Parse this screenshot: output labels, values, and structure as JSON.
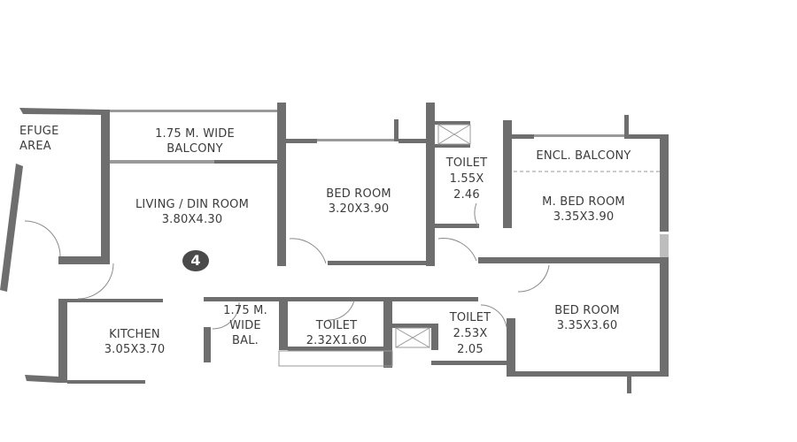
{
  "diagram": {
    "type": "floor-plan",
    "unit_number": "4",
    "wall_color": "#6e6e6e",
    "text_color": "#3c3c3c",
    "rooms": [
      {
        "id": "refuge",
        "lines": [
          "EFUGE",
          "AREA"
        ]
      },
      {
        "id": "balcony-top",
        "lines": [
          "1.75 M. WIDE",
          "BALCONY"
        ]
      },
      {
        "id": "living",
        "lines": [
          "LIVING / DIN ROOM",
          "3.80X4.30"
        ]
      },
      {
        "id": "bedroom-1",
        "lines": [
          "BED ROOM",
          "3.20X3.90"
        ]
      },
      {
        "id": "toilet-1",
        "lines": [
          "TOILET",
          "1.55X",
          "2.46"
        ]
      },
      {
        "id": "encl-balcony",
        "lines": [
          "ENCL. BALCONY"
        ]
      },
      {
        "id": "master-bedroom",
        "lines": [
          "M. BED  ROOM",
          "3.35X3.90"
        ]
      },
      {
        "id": "kitchen",
        "lines": [
          "KITCHEN",
          "3.05X3.70"
        ]
      },
      {
        "id": "balcony-small",
        "lines": [
          "1.75 M.",
          "WIDE",
          "BAL."
        ]
      },
      {
        "id": "toilet-2",
        "lines": [
          "TOILET",
          "2.32X1.60"
        ]
      },
      {
        "id": "toilet-3",
        "lines": [
          "TOILET",
          "2.53X",
          "2.05"
        ]
      },
      {
        "id": "bedroom-2",
        "lines": [
          "BED ROOM",
          "3.35X3.60"
        ]
      }
    ]
  }
}
